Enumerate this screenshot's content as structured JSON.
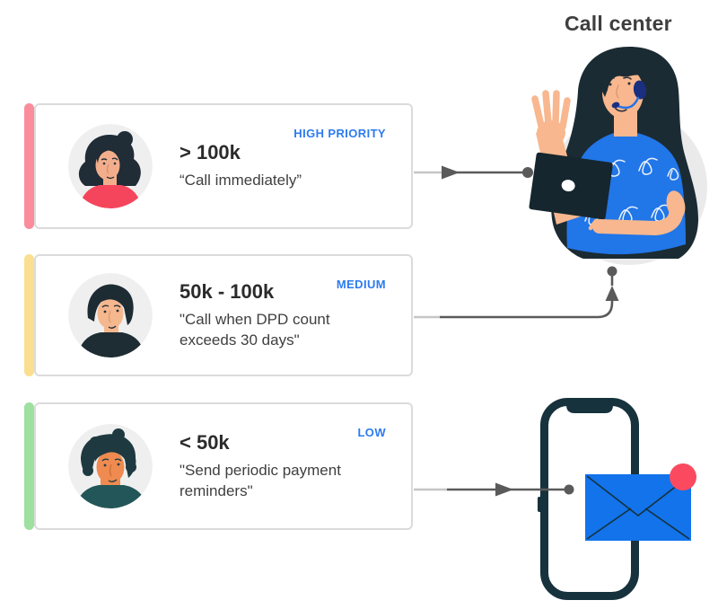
{
  "title": "Call center",
  "cards": [
    {
      "priority_label": "HIGH PRIORITY",
      "amount": "> 100k",
      "quote": "“Call immediately”",
      "accent_color": "#FA8C9C",
      "avatar": "woman-dark-hair-red-top"
    },
    {
      "priority_label": "MEDIUM",
      "amount": "50k - 100k",
      "quote": "\"Call when DPD count exceeds 30 days\"",
      "accent_color": "#FBDF90",
      "avatar": "man-dark-quiff-dark-shirt"
    },
    {
      "priority_label": "LOW",
      "amount": "< 50k",
      "quote": "\"Send periodic payment reminders\"",
      "accent_color": "#9EE0A0",
      "avatar": "man-curly-hair-teal-shirt"
    }
  ],
  "destinations": {
    "call_center": {
      "label": "Call center",
      "icons": [
        "headset-icon",
        "laptop-icon",
        "waving-hand-icon"
      ]
    },
    "phone": {
      "icons": [
        "smartphone-icon",
        "email-envelope-icon",
        "notification-dot-icon"
      ]
    }
  },
  "colors": {
    "priority_label": "#2D7BF0",
    "amount_text": "#2B2B2B",
    "quote_text": "#3F3F3F",
    "card_border": "#DBDBDB",
    "arrow": "#5A5A5A",
    "illustration_blue": "#2176E8",
    "phone_frame": "#16323C",
    "envelope_blue": "#1273EB",
    "notification_red": "#FB4A5F",
    "skin_tone": "#F8B78E",
    "hair_dark": "#1B2B33"
  }
}
